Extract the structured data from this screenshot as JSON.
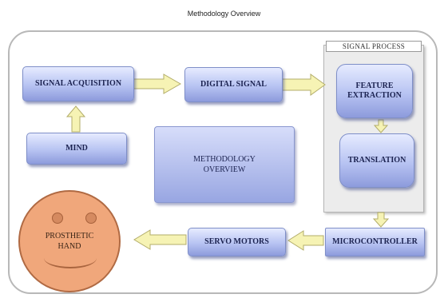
{
  "title": "Methodology Overview",
  "boxes": {
    "signal_acquisition": "SIGNAL ACQUISITION",
    "digital_signal": "DIGITAL SIGNAL",
    "mind": "MIND",
    "signal_process": "SIGNAL PROCESS",
    "feature_extraction_line1": "FEATURE",
    "feature_extraction_line2": "EXTRACTION",
    "translation": "TRANSLATION",
    "methodology_line1": "METHODOLOGY",
    "methodology_line2": "OVERVIEW",
    "microcontroller": "MICROCONTROLLER",
    "servo_motors": "SERVO MOTORS",
    "prosthetic_line1": "PROSTHETIC",
    "prosthetic_line2": "HAND"
  },
  "colors": {
    "box_fill": "#b7c3f2",
    "arrow_fill": "#f6f3b4",
    "face_fill": "#f0a77b"
  }
}
